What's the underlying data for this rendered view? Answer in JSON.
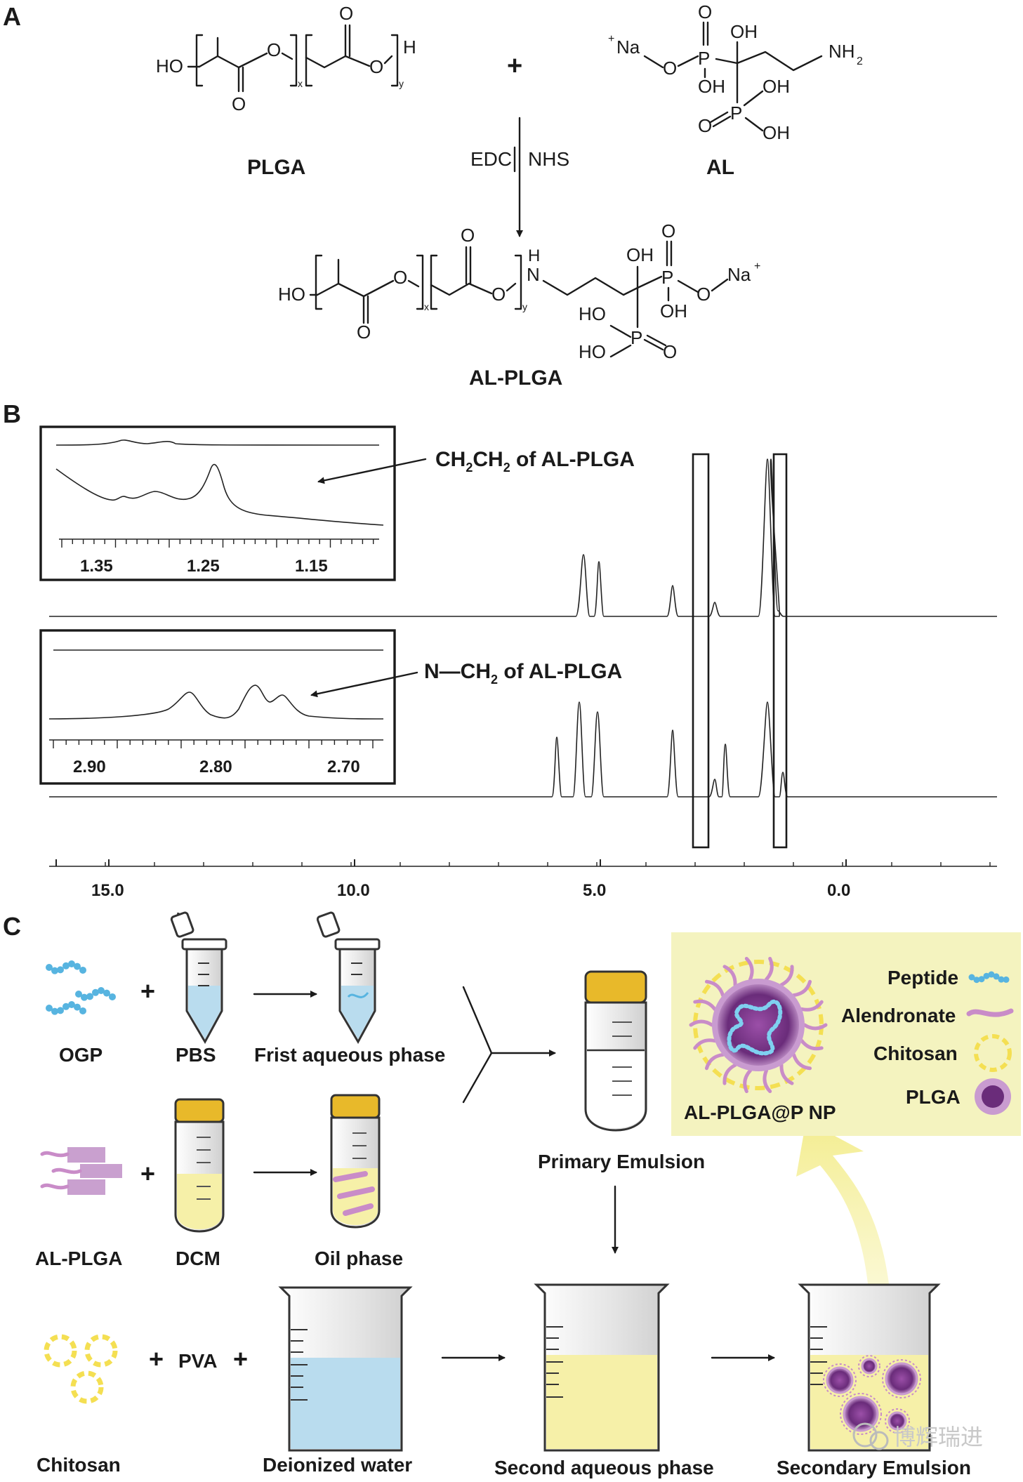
{
  "panels": {
    "a": "A",
    "b": "B",
    "c": "C"
  },
  "panel_a": {
    "plga_label": "PLGA",
    "al_label": "AL",
    "product_label": "AL-PLGA",
    "reagent_1": "EDC",
    "reagent_2": "NHS",
    "plus": "+",
    "atoms": {
      "ho": "HO",
      "o": "O",
      "h": "H",
      "x": "x",
      "y": "y",
      "na": "Na",
      "plus_charge": "+",
      "oh": "OH",
      "p": "P",
      "nh": "NH",
      "sub2": "2",
      "n": "N"
    }
  },
  "panel_b": {
    "annotation_1_a": "CH",
    "annotation_1_b": "CH",
    "annotation_1_c": " of AL-PLGA",
    "sub2": "2",
    "annotation_2_a": "N—CH",
    "annotation_2_c": " of AL-PLGA",
    "inset_1_ticks": [
      "1.35",
      "1.25",
      "1.15"
    ],
    "inset_2_ticks": [
      "2.90",
      "2.80",
      "2.70"
    ],
    "axis_ticks": [
      "15.0",
      "10.0",
      "5.0",
      "0.0"
    ]
  },
  "panel_c": {
    "ogp": "OGP",
    "pbs": "PBS",
    "first_aqueous": "Frist aqueous phase",
    "al_plga": "AL-PLGA",
    "dcm": "DCM",
    "oil_phase": "Oil phase",
    "primary_emulsion": "Primary Emulsion",
    "chitosan": "Chitosan",
    "pva": "PVA",
    "plus": "+",
    "deionized_water": "Deionized water",
    "second_aqueous": "Second aqueous phase",
    "secondary_emulsion": "Secondary Emulsion",
    "legend": {
      "peptide": "Peptide",
      "alendronate": "Alendronate",
      "chitosan": "Chitosan",
      "plga": "PLGA",
      "np": "AL-PLGA@P NP"
    },
    "watermark": "博辉瑞进"
  },
  "colors": {
    "ink": "#1a1a1a",
    "water_blue": "#b9dcee",
    "oil_yellow": "#f6f0a8",
    "cap_gold": "#e8b92a",
    "dot_blue": "#57b4e0",
    "al_pink": "#c98cc8",
    "chitosan_yellow": "#f4df52",
    "plga_purple": "#7a3b88",
    "legend_bg": "#f4f3bf"
  }
}
